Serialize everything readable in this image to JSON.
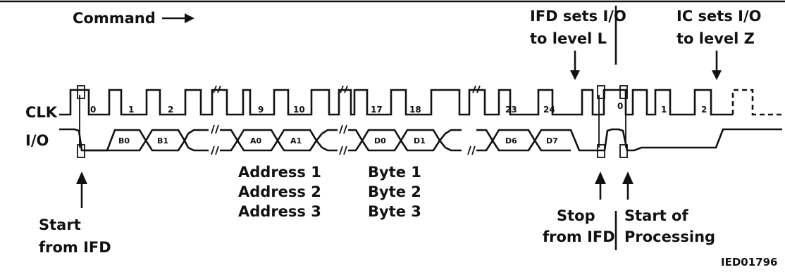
{
  "annotations": {
    "command": "Command",
    "ifd_sets": [
      "IFD sets I/O",
      "to level L"
    ],
    "ic_sets": [
      "IC sets I/O",
      "to level Z"
    ],
    "start_from_ifd": [
      "Start",
      "from IFD"
    ],
    "stop_from_ifd": [
      "Stop",
      "from IFD"
    ],
    "start_of_processing": [
      "Start of",
      "Processing"
    ],
    "reference": "IED01796"
  },
  "signals": {
    "clk": "CLK",
    "io": "I/O"
  },
  "clock_pulses": [
    "0",
    "1",
    "2",
    "9",
    "10",
    "17",
    "18",
    "23",
    "24",
    "0",
    "1",
    "2"
  ],
  "data_bits": [
    "B0",
    "B1",
    "A0",
    "A1",
    "D0",
    "D1",
    "D6",
    "D7"
  ],
  "address_list": [
    "Address 1",
    "Address 2",
    "Address 3"
  ],
  "byte_list": [
    "Byte 1",
    "Byte 2",
    "Byte 3"
  ],
  "colors": {
    "ink": "#111111",
    "background": "#ffffff"
  }
}
